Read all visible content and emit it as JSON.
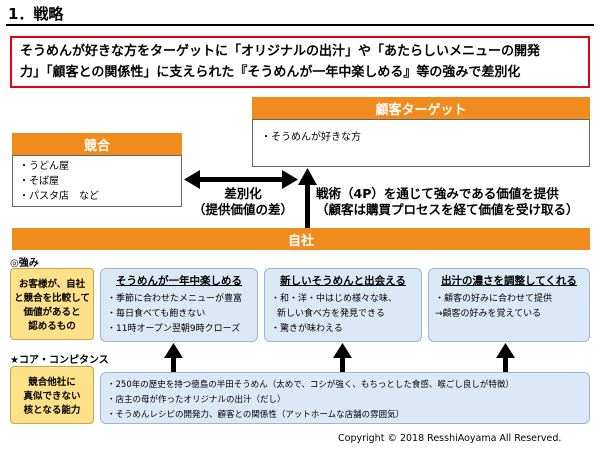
{
  "title": "1．戦略",
  "headline": {
    "line1": "そうめんが好きな方をターゲットに「オリジナルの出汁」や「あたらしいメニューの開発",
    "line2": "力」「顧客との関係性」に支えられた『そうめんが一年中楽しめる』等の強みで差別化"
  },
  "target": {
    "label": "顧客ターゲット",
    "items": [
      "・そうめんが好きな方"
    ]
  },
  "competition": {
    "label": "競合",
    "items": [
      "・うどん屋",
      "・そば屋",
      "・パスタ店　など"
    ]
  },
  "differentiation": {
    "line1": "差別化",
    "line2": "（提供価値の差）"
  },
  "tactics": {
    "line1": "戦術（4P）を通じて強みである価値を提供",
    "line2": "（顧客は購買プロセスを経て価値を受け取る）"
  },
  "self_label": "自社",
  "strengths": {
    "section_label": "◎強み",
    "side_label": [
      "お客様が、自社",
      "と競合を比較して",
      "価値があると",
      "認めるもの"
    ],
    "boxes": [
      {
        "title": "そうめんが一年中楽しめる",
        "items": [
          "・季節に合わせたメニューが豊富",
          "・毎日食べても飽きない",
          "・11時オープン翌朝9時クローズ"
        ]
      },
      {
        "title": "新しいそうめんと出会える",
        "items": [
          "・和・洋・中はじめ様々な味、",
          "新しい食べ方を発見できる",
          "・驚きが味わえる"
        ]
      },
      {
        "title": "出汁の濃さを調整してくれる",
        "items": [
          "・顧客の好みに合わせて提供",
          "→顧客の好みを覚えている"
        ]
      }
    ]
  },
  "core": {
    "section_label": "★コア・コンピタンス",
    "side_label": [
      "競合他社に",
      "真似できない",
      "核となる能力"
    ],
    "items": [
      "・250年の歴史を持つ徳島の半田そうめん（太めで、コシが強く、もちっとした食感、喉ごし良しが特徴）",
      "・店主の母が作ったオリジナルの出汁（だし）",
      "・そうめんレシピの開発力、顧客との関係性（アットホームな店舗の雰囲気）"
    ]
  },
  "copyright": "Copyright ©  2018 ResshiAoyama All  Reserved.",
  "colors": {
    "orange": "#f08c1e",
    "red_border": "#e60012",
    "yellow": "#fde08a",
    "light_blue": "#dbe9f6"
  }
}
